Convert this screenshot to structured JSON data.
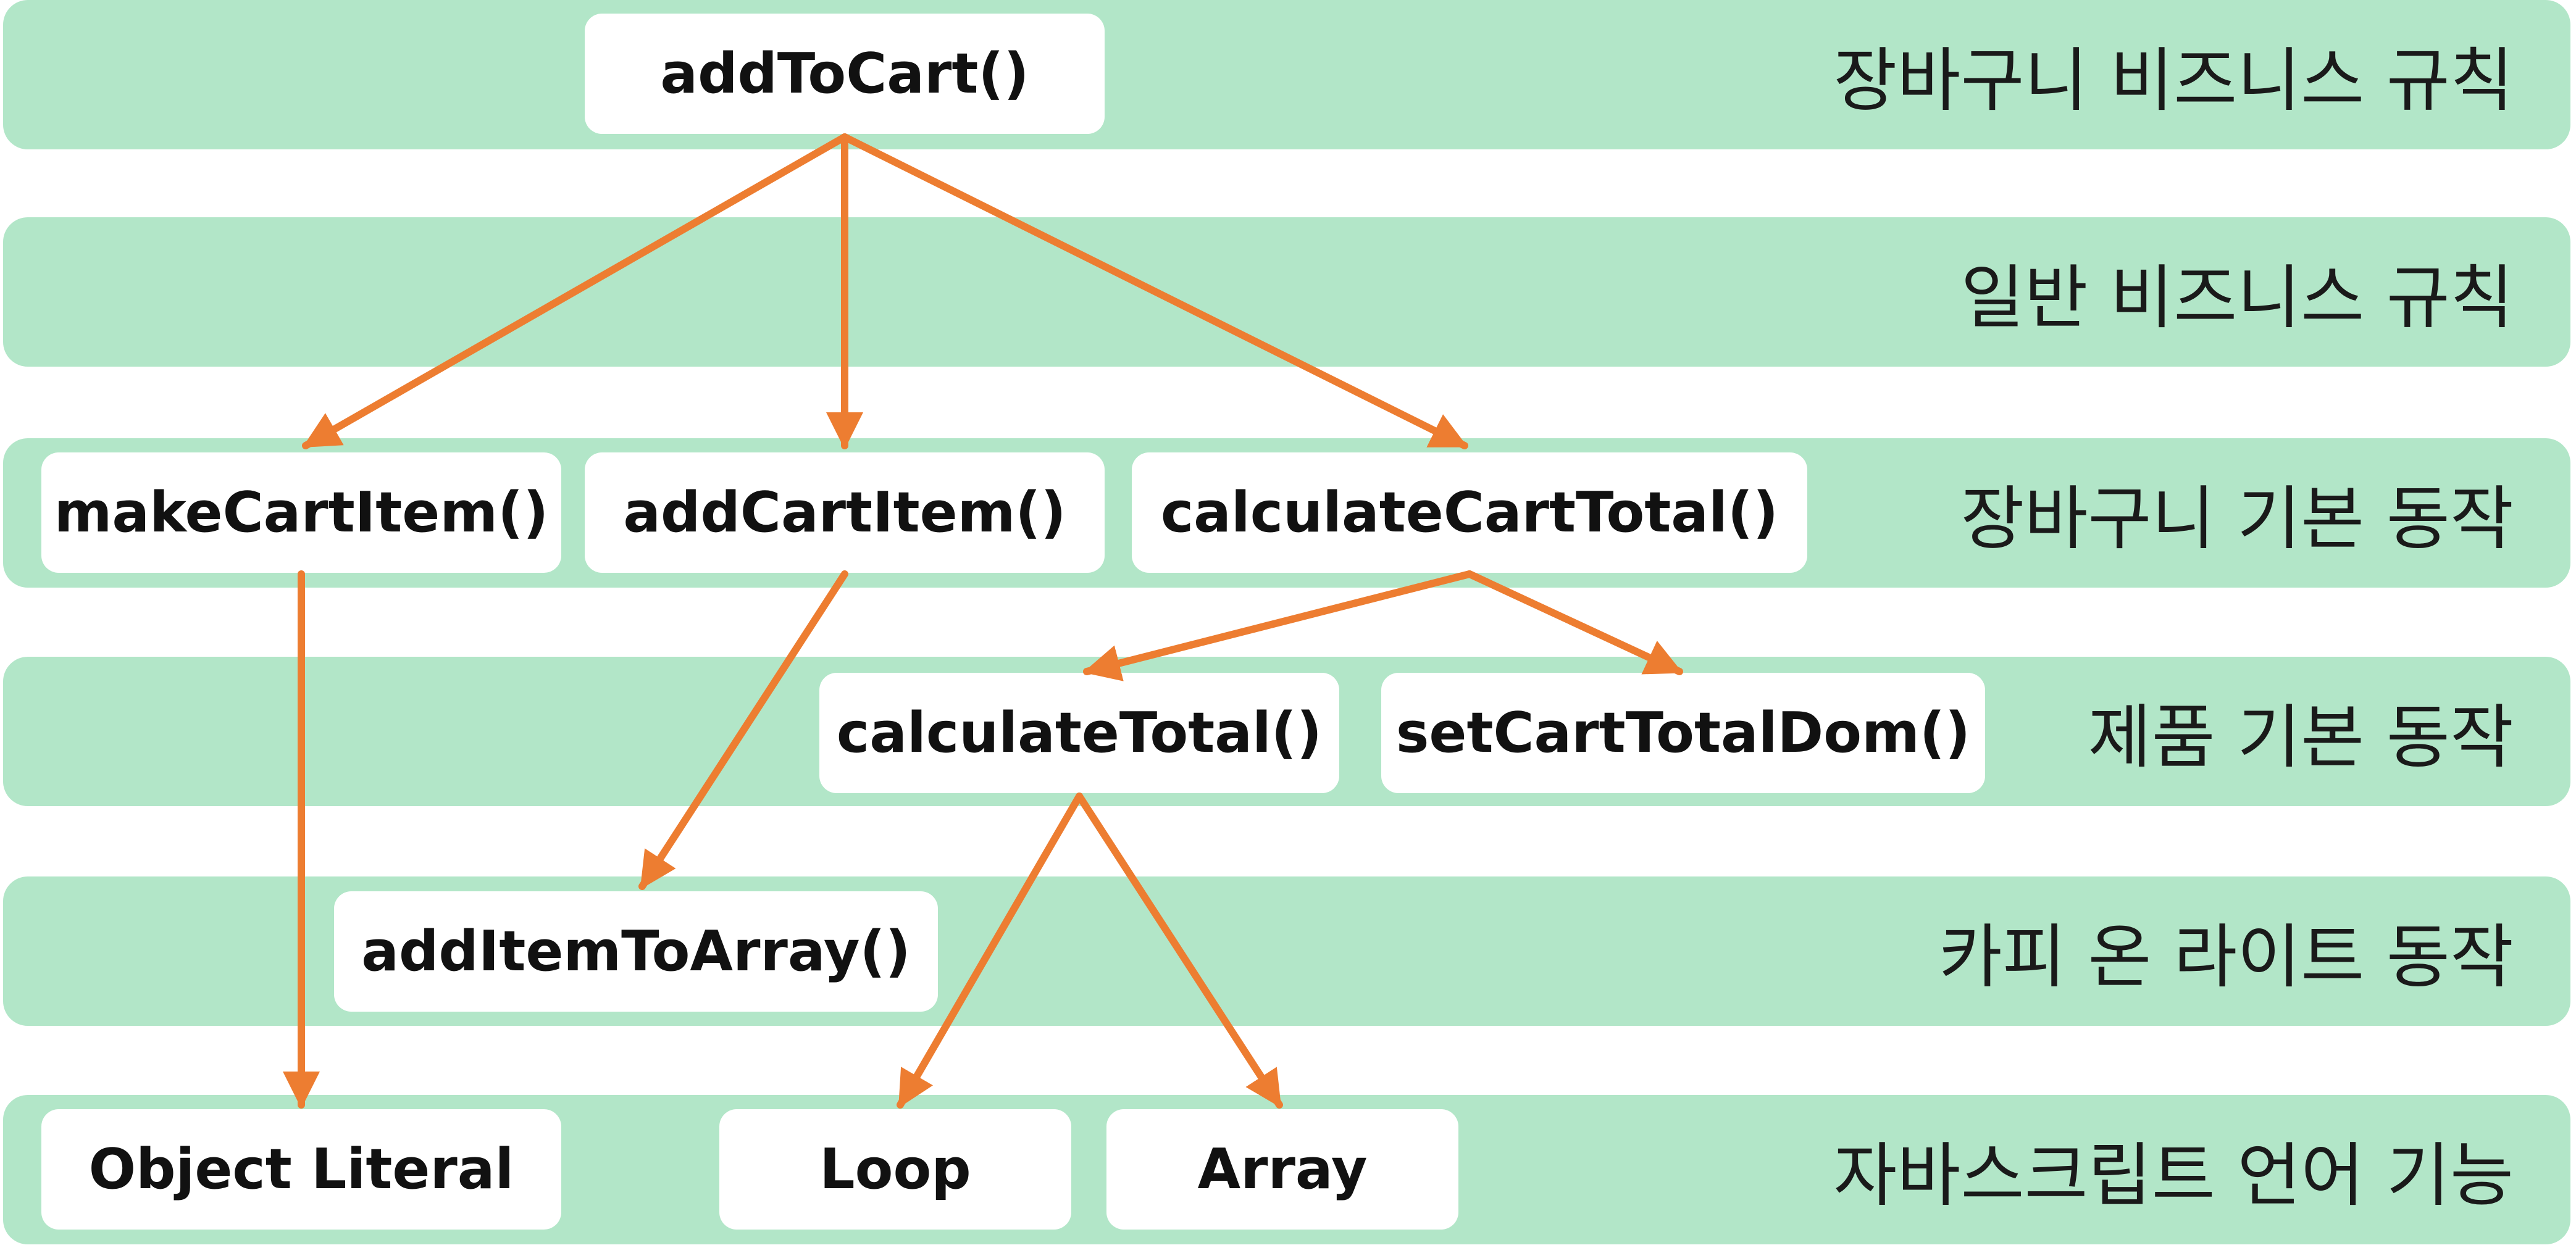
{
  "layers": [
    {
      "id": "cart-business-rules",
      "label": "장바구니 비즈니스 규칙"
    },
    {
      "id": "general-business-rules",
      "label": "일반 비즈니스 규칙"
    },
    {
      "id": "cart-basic-actions",
      "label": "장바구니 기본 동작"
    },
    {
      "id": "product-basic-actions",
      "label": "제품 기본 동작"
    },
    {
      "id": "copy-on-write-actions",
      "label": "카피 온 라이트 동작"
    },
    {
      "id": "js-language-features",
      "label": "자바스크립트 언어 기능"
    }
  ],
  "nodes": {
    "addToCart": "addToCart()",
    "makeCartItem": "makeCartItem()",
    "addCartItem": "addCartItem()",
    "calculateCartTotal": "calculateCartTotal()",
    "calculateTotal": "calculateTotal()",
    "setCartTotalDom": "setCartTotalDom()",
    "addItemToArray": "addItemToArray()",
    "objectLiteral": "Object Literal",
    "loop": "Loop",
    "array": "Array"
  },
  "colors": {
    "band": "#b2e6c8",
    "node": "#ffffff",
    "arrow": "#ed7d31",
    "text": "#111111"
  }
}
